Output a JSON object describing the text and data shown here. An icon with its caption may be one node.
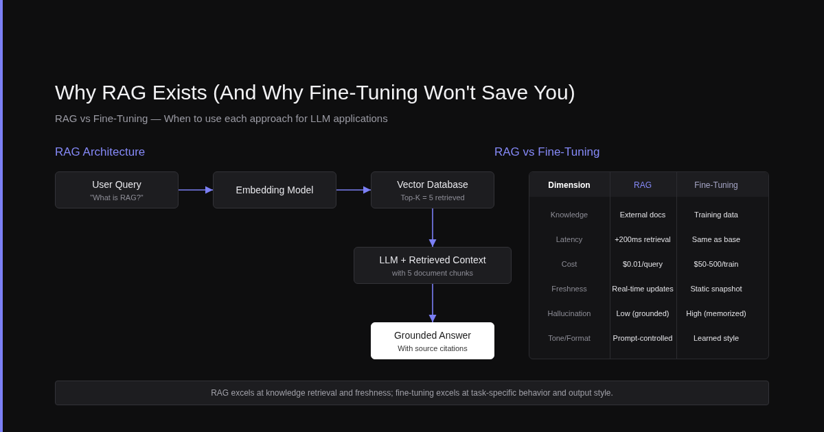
{
  "diagram": {
    "title": "Why RAG Exists (And Why Fine-Tuning Won't Save You)",
    "caption": "RAG vs Fine-Tuning — When to use each approach for LLM applications",
    "nodes": [
      {
        "text": [
          "User Query",
          "\"What is RAG?\""
        ]
      },
      {
        "text": [
          "Embedding Model"
        ]
      },
      {
        "text": [
          "Vector Database",
          "Top-K = 5 retrieved"
        ]
      },
      {
        "text": [
          "LLM + Retrieved Context",
          "with 5 document chunks"
        ]
      },
      {
        "text": [
          "Grounded Answer",
          "With source citations"
        ]
      }
    ],
    "edges": [
      {
        "from": 0,
        "to": 1,
        "arrow": "to"
      },
      {
        "from": 1,
        "to": 2,
        "arrow": "to"
      },
      {
        "from": 2,
        "to": 3,
        "arrow": "to"
      },
      {
        "from": 3,
        "to": 4,
        "arrow": "to"
      }
    ],
    "labels": [
      "RAG Architecture",
      "RAG vs Fine-Tuning",
      "Dimension",
      "RAG",
      "Fine-Tuning",
      "Knowledge",
      "External docs",
      "Training data",
      "Latency",
      "+200ms retrieval",
      "Same as base",
      "Cost",
      "$0.01/query",
      "$50-500/train",
      "Freshness",
      "Real-time updates",
      "Static snapshot",
      "Hallucination",
      "Low (grounded)",
      "High (memorized)",
      "Tone/Format",
      "Prompt-controlled",
      "Learned style",
      "RAG excels at knowledge retrieval and freshness; fine-tuning excels at task-specific behavior and output style."
    ]
  }
}
